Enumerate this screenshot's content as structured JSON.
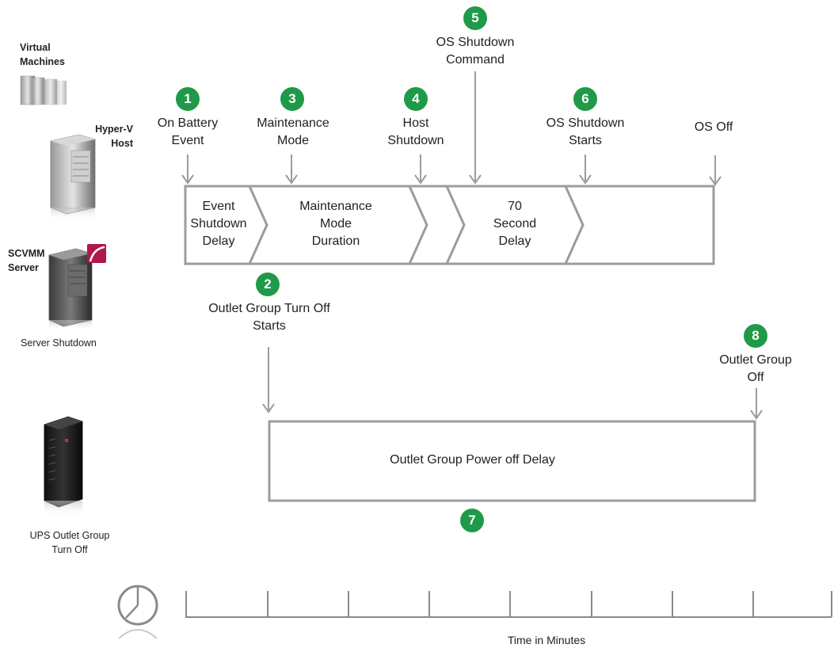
{
  "left_column": {
    "virtual_machines": [
      "Virtual",
      "Machines"
    ],
    "hyperv_host": [
      "Hyper-V",
      "Host"
    ],
    "scvmm_server": [
      "SCVMM",
      "Server"
    ],
    "server_shutdown": "Server Shutdown",
    "ups_outlet_group": [
      "UPS Outlet Group",
      "Turn Off"
    ]
  },
  "events": {
    "e1": {
      "num": "1",
      "label": [
        "On Battery",
        "Event"
      ]
    },
    "e3": {
      "num": "3",
      "label": [
        "Maintenance",
        "Mode"
      ]
    },
    "e4": {
      "num": "4",
      "label": [
        "Host",
        "Shutdown"
      ]
    },
    "e5": {
      "num": "5",
      "label": [
        "OS Shutdown",
        "Command"
      ]
    },
    "e6": {
      "num": "6",
      "label": [
        "OS Shutdown",
        "Starts"
      ]
    },
    "os_off": {
      "label": "OS Off"
    },
    "e2": {
      "num": "2",
      "label": [
        "Outlet Group Turn Off",
        "Starts"
      ]
    },
    "e8": {
      "num": "8",
      "label": [
        "Outlet Group",
        "Off"
      ]
    },
    "e7": {
      "num": "7"
    }
  },
  "segments": {
    "event_shutdown_delay": [
      "Event",
      "Shutdown",
      "Delay"
    ],
    "maintenance_mode_duration": [
      "Maintenance",
      "Mode",
      "Duration"
    ],
    "seventy_second_delay": [
      "70",
      "Second",
      "Delay"
    ]
  },
  "outlet_box_label": "Outlet Group Power off Delay",
  "time_axis_label": "Time in Minutes"
}
